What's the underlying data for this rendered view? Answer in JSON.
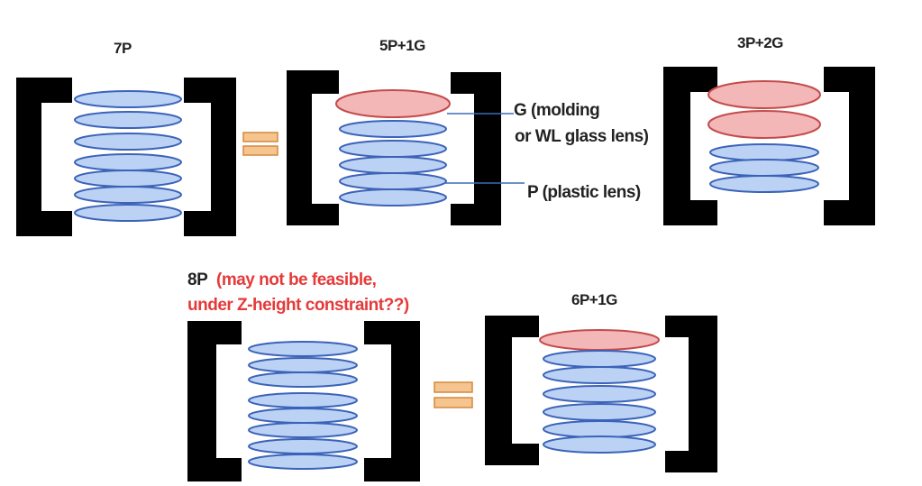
{
  "colors": {
    "bracket": "#000000",
    "plastic_fill": "#bcd2f5",
    "plastic_stroke": "#3b63b8",
    "glass_fill": "#f3b7b7",
    "glass_stroke": "#c44b4b",
    "equals_fill": "#f6c48f",
    "equals_stroke": "#d48a3c",
    "connector": "#3b6cb8",
    "note_red": "#e53a3a"
  },
  "configurations": [
    {
      "label": "7P",
      "glass_count": 0,
      "plastic_count": 7
    },
    {
      "label": "5P+1G",
      "glass_count": 1,
      "plastic_count": 5
    },
    {
      "label": "3P+2G",
      "glass_count": 2,
      "plastic_count": 3
    },
    {
      "label": "8P",
      "glass_count": 0,
      "plastic_count": 8,
      "note": [
        "(may not be feasible,",
        "under Z-height constraint??)"
      ]
    },
    {
      "label": "6P+1G",
      "glass_count": 1,
      "plastic_count": 6
    }
  ],
  "annotations": {
    "glass": [
      "G (molding",
      "or WL glass lens)"
    ],
    "plastic": "P (plastic lens)"
  },
  "icons": {
    "bracket": "square-bracket-shape",
    "equals": "equals-sign-shape"
  }
}
